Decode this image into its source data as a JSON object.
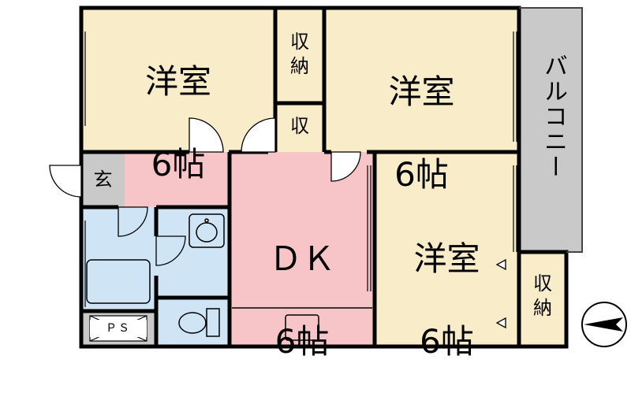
{
  "rooms": {
    "western_topleft": {
      "name": "洋室",
      "size": "6帖"
    },
    "western_topright": {
      "name": "洋室",
      "size": "6帖"
    },
    "western_bottomright": {
      "name": "洋室",
      "size": "6帖"
    },
    "dk": {
      "name": "ＤＫ",
      "size": "6帖"
    }
  },
  "storage": {
    "closet_top": "収\n納",
    "closet_small": "収",
    "closet_right": "収\n納"
  },
  "entrance": "玄",
  "pipe_space": "ＰＳ",
  "balcony": "バルコニー",
  "colors": {
    "western": "#f9ecc8",
    "dk": "#f7c5c8",
    "wet": "#cfe5f6",
    "gray": "#c9c9c9",
    "wall": "#000000"
  }
}
